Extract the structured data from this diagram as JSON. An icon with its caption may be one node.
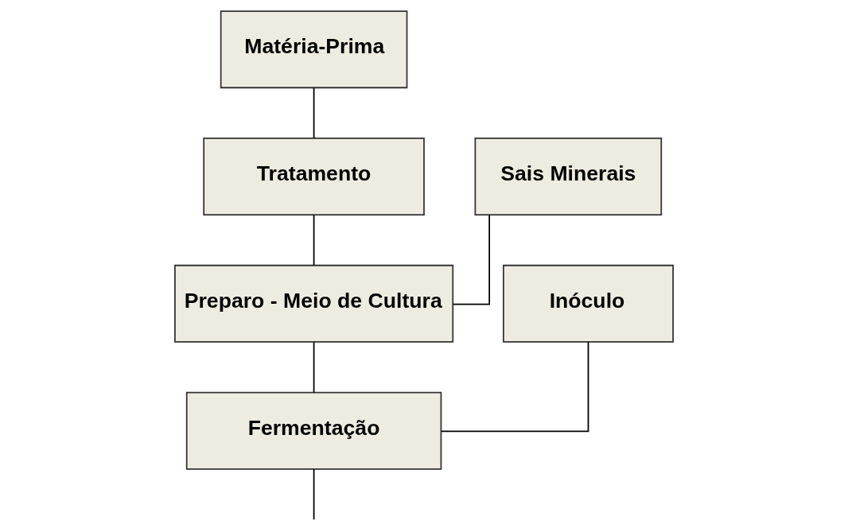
{
  "diagram": {
    "nodes": [
      {
        "text": [
          "Matéria-Prima"
        ]
      },
      {
        "text": [
          "Tratamento"
        ]
      },
      {
        "text": [
          "Sais Minerais"
        ]
      },
      {
        "text": [
          "Preparo - Meio de Cultura"
        ]
      },
      {
        "text": [
          "Inóculo"
        ]
      },
      {
        "text": [
          "Fermentação"
        ]
      }
    ],
    "edges": [
      {
        "from": 0,
        "to": 1,
        "arrow": "none"
      },
      {
        "from": 1,
        "to": 3,
        "arrow": "none"
      },
      {
        "from": 2,
        "to": 3,
        "arrow": "none"
      },
      {
        "from": 3,
        "to": 5,
        "arrow": "none"
      },
      {
        "from": 4,
        "to": 5,
        "arrow": "none"
      },
      {
        "from": 5,
        "to": null,
        "arrow": "none"
      }
    ]
  }
}
